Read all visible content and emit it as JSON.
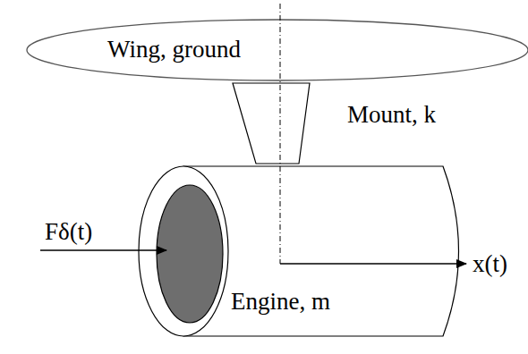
{
  "diagram": {
    "nodes": [
      {
        "text": [
          "Wing, ground"
        ]
      },
      {
        "text": [
          "Mount, k"
        ]
      },
      {
        "text": [
          "Engine, m"
        ]
      }
    ],
    "labels": [
      "Fδ(t)",
      "x(t)"
    ]
  }
}
